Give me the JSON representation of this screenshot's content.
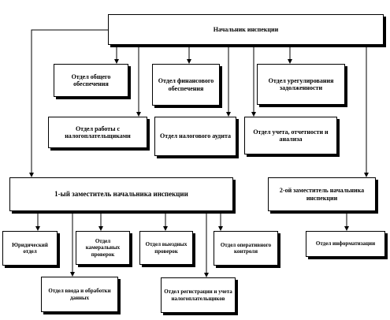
{
  "diagram": {
    "head": "Начальник инспекции",
    "departments_top": [
      "Отдел общего обеспечения",
      "Отдел финансового обеспечения",
      "Отдел урегулирования задолженности"
    ],
    "departments_middle": [
      "Отдел работы с налогоплательщиками",
      "Отдел налогового аудита",
      "Отдел учета, отчетности и анализа"
    ],
    "deputy_1": "1-ый заместитель начальника инспекции",
    "deputy_2": "2-ой заместитель начальника инспекции",
    "deputy_1_departments": [
      "Юридический отдел",
      "Отдел камеральных проверок",
      "Отдел выездных проверок",
      "Отдел оперативного контроля",
      "Отдел ввода и обработки данных",
      "Отдел регистрации и учета налогоплательщиков"
    ],
    "deputy_2_departments": [
      "Отдел информатизации"
    ],
    "colors": {
      "line": "#000000",
      "box_fill": "#ffffff",
      "text": "#000000"
    }
  }
}
